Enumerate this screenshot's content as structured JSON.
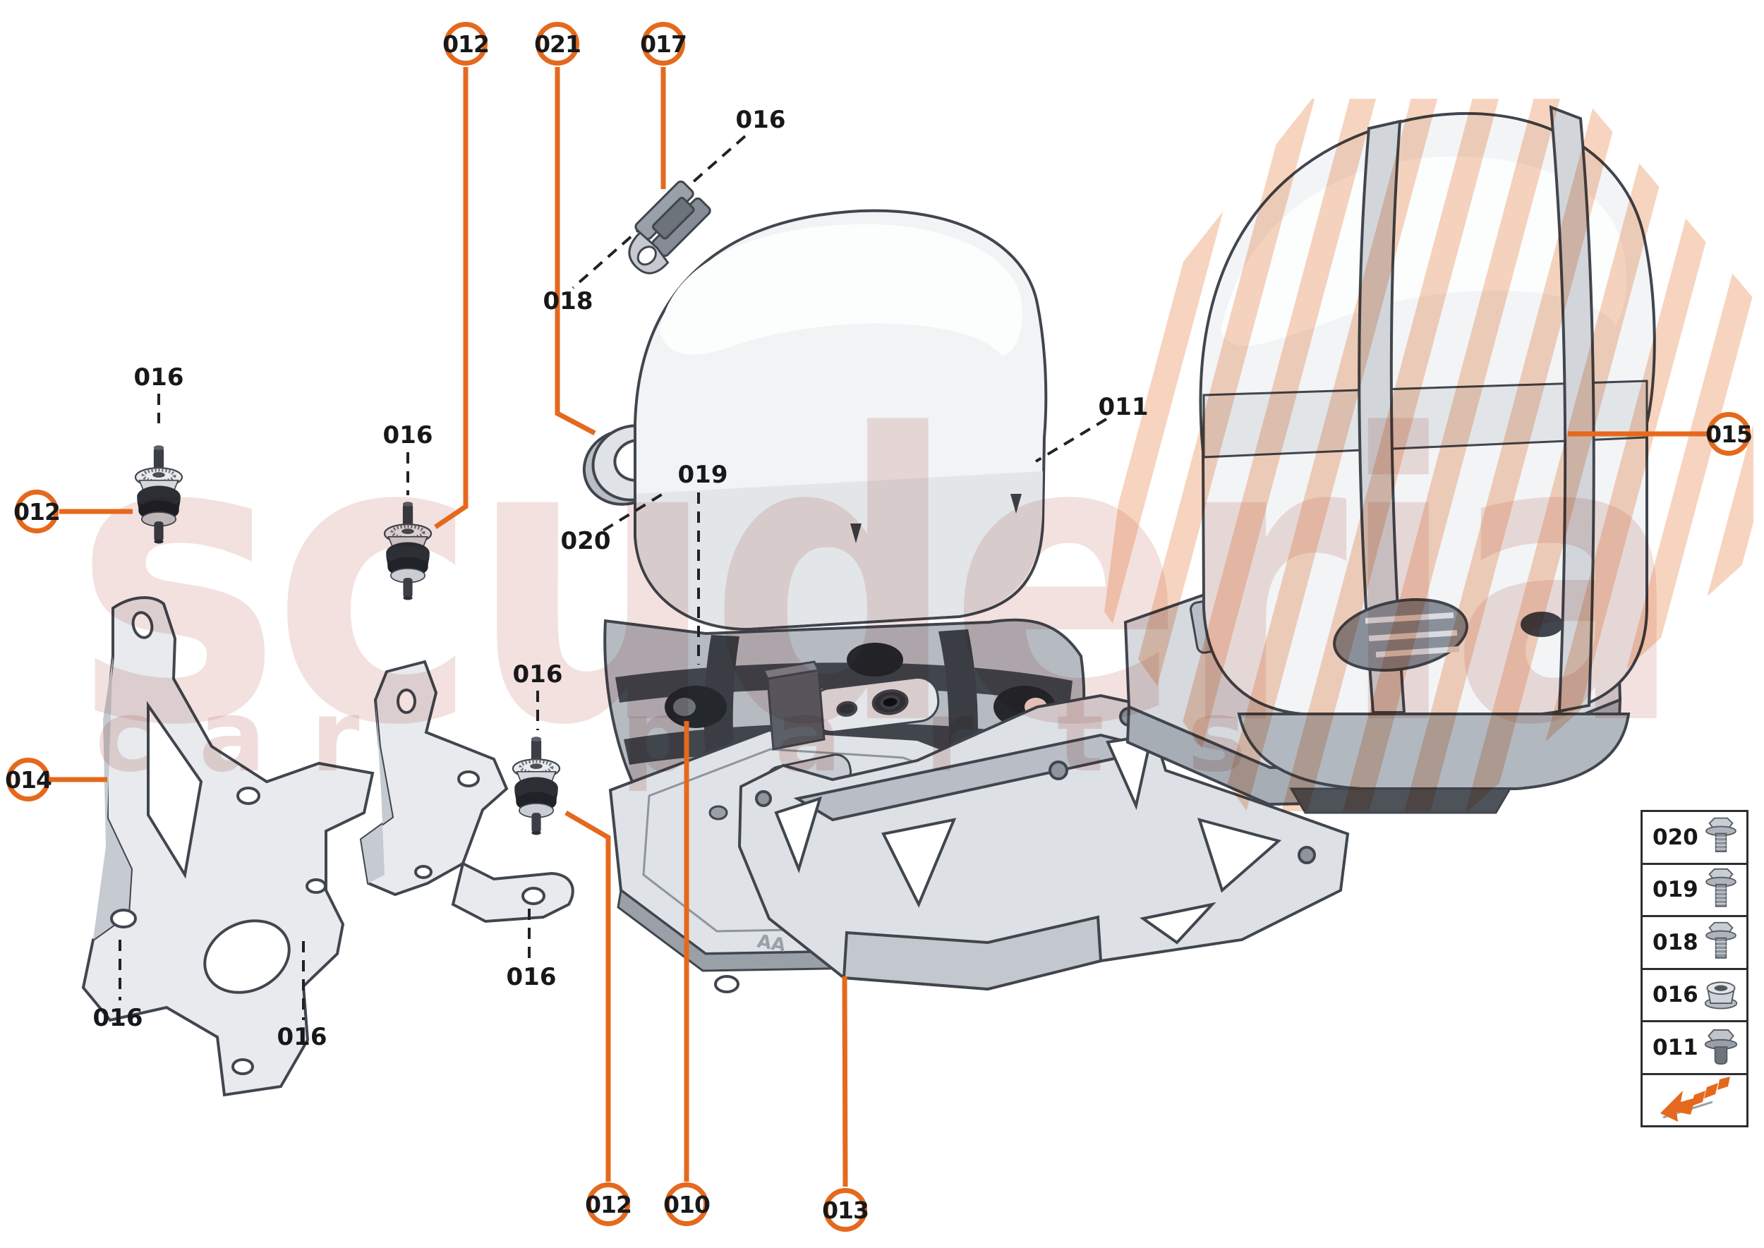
{
  "colors": {
    "accent": "#e5691d",
    "label": "#17181a"
  },
  "watermark": {
    "line1": "scuderia",
    "line2_left": "car",
    "line2_right": "parts"
  },
  "callouts": {
    "items": [
      {
        "id": "012-top",
        "label": "012"
      },
      {
        "id": "021-top",
        "label": "021"
      },
      {
        "id": "017-top",
        "label": "017"
      },
      {
        "id": "012-left",
        "label": "012"
      },
      {
        "id": "014-left",
        "label": "014"
      },
      {
        "id": "015-right",
        "label": "015"
      },
      {
        "id": "012-bottom",
        "label": "012"
      },
      {
        "id": "010-bottom",
        "label": "010"
      },
      {
        "id": "013-bottom",
        "label": "013"
      }
    ]
  },
  "part_labels": {
    "items": [
      {
        "id": "016-top-right",
        "label": "016"
      },
      {
        "id": "018-top",
        "label": "018"
      },
      {
        "id": "016-left-upper",
        "label": "016"
      },
      {
        "id": "016-mid-upper",
        "label": "016"
      },
      {
        "id": "020-clip",
        "label": "020"
      },
      {
        "id": "019-connector",
        "label": "019"
      },
      {
        "id": "011-stud",
        "label": "011"
      },
      {
        "id": "016-mid-mount",
        "label": "016"
      },
      {
        "id": "016-bottom-left1",
        "label": "016"
      },
      {
        "id": "016-bottom-left2",
        "label": "016"
      },
      {
        "id": "016-bottom-mid",
        "label": "016"
      }
    ]
  },
  "legend": {
    "rows": [
      {
        "label": "020",
        "icon": "flange-bolt-icon"
      },
      {
        "label": "019",
        "icon": "flange-bolt-icon"
      },
      {
        "label": "018",
        "icon": "flange-bolt-icon"
      },
      {
        "label": "016",
        "icon": "flange-nut-icon"
      },
      {
        "label": "011",
        "icon": "short-bolt-icon"
      },
      {
        "label": "",
        "icon": "direction-arrow-icon"
      }
    ]
  },
  "illustration": {
    "marking": "AA"
  }
}
